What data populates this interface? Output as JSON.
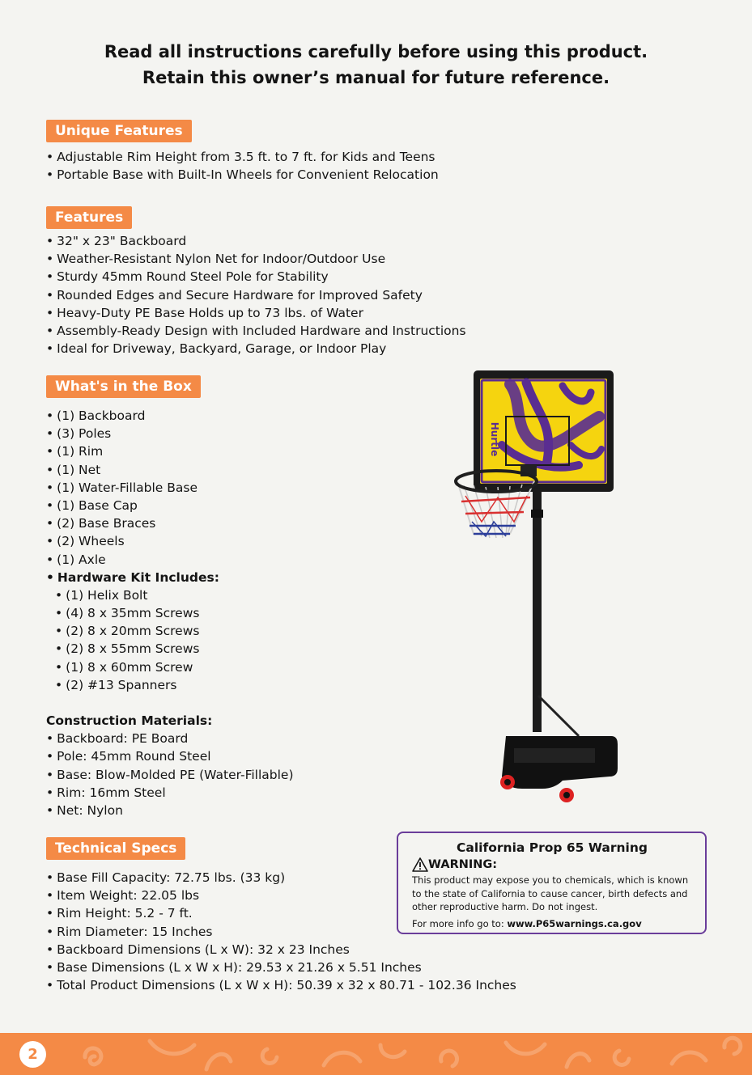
{
  "intro": {
    "line1": "Read all instructions carefully before using this product.",
    "line2": "Retain this owner’s manual for future reference."
  },
  "unique_features": {
    "title": "Unique Features",
    "items": [
      "Adjustable Rim Height from 3.5 ft. to 7 ft. for Kids and Teens",
      "Portable Base with Built-In Wheels for Convenient Relocation"
    ]
  },
  "features": {
    "title": "Features",
    "items": [
      "32\" x 23\" Backboard",
      "Weather-Resistant Nylon Net for Indoor/Outdoor Use",
      "Sturdy 45mm Round Steel Pole for Stability",
      "Rounded Edges and Secure Hardware for Improved Safety",
      "Heavy-Duty PE Base Holds up to 73 lbs. of Water",
      "Assembly-Ready Design with Included Hardware and Instructions",
      "Ideal for Driveway, Backyard, Garage, or Indoor Play"
    ]
  },
  "box": {
    "title": "What's in the Box",
    "items": [
      "(1) Backboard",
      "(3) Poles",
      "(1) Rim",
      "(1) Net",
      "(1) Water-Fillable Base",
      "(1) Base Cap",
      "(2) Base Braces",
      "(2) Wheels",
      "(1) Axle"
    ],
    "hardware_title": "Hardware Kit Includes:",
    "hardware_items": [
      "(1) Helix Bolt",
      "(4) 8 x 35mm Screws",
      "(2) 8 x 20mm Screws",
      "(2) 8 x 55mm Screws",
      "(1) 8 x 60mm Screw",
      "(2) #13 Spanners"
    ],
    "materials_title": "Construction Materials:",
    "materials_items": [
      "Backboard: PE Board",
      "Pole: 45mm Round Steel",
      "Base: Blow-Molded PE (Water-Fillable)",
      "Rim: 16mm Steel",
      "Net: Nylon"
    ]
  },
  "specs": {
    "title": "Technical Specs",
    "items": [
      "Base Fill Capacity: 72.75 lbs. (33 kg)",
      "Item Weight: 22.05 lbs",
      "Rim Height: 5.2 - 7 ft.",
      "Rim Diameter: 15 Inches",
      "Backboard Dimensions (L x W): 32 x 23 Inches",
      "Base Dimensions (L x W x H): 29.53 x 21.26 x 5.51 Inches",
      "Total Product Dimensions (L x W x H): 50.39 x 32 x 80.71 - 102.36 Inches"
    ]
  },
  "warning": {
    "title": "California Prop 65 Warning",
    "label": "WARNING:",
    "body": "This product may expose you to chemicals, which is known to the state of California to cause cancer, birth defects and other reproductive harm. Do not ingest.",
    "link_prefix": "For more info go to: ",
    "link_url": "www.P65warnings.ca.gov"
  },
  "product_logo": "Hurtle",
  "page_number": "2",
  "colors": {
    "accent": "#f48a46",
    "warning_border": "#6a3d9a",
    "backboard_yellow": "#f5d40f",
    "backboard_purple": "#5a2d91"
  }
}
